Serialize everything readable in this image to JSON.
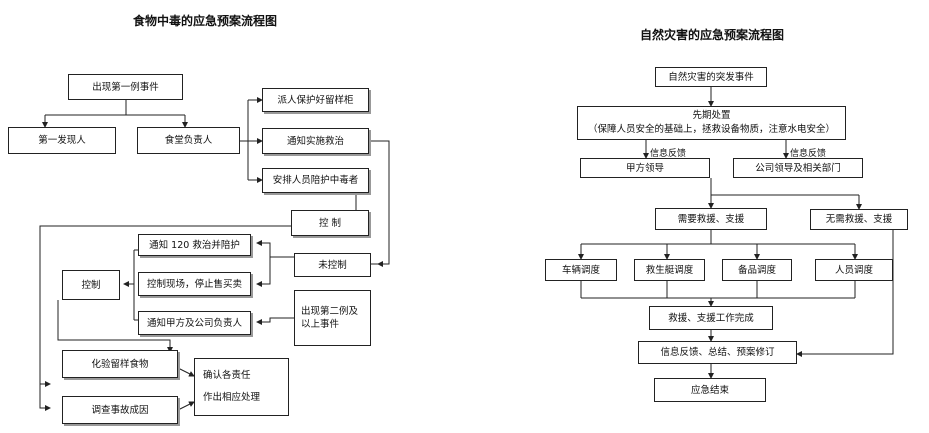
{
  "left": {
    "title": "食物中毒的应急预案流程图",
    "nodes": {
      "first_case": "出现第一例事件",
      "first_finder": "第一发现人",
      "canteen_head": "食堂负责人",
      "protect_sample": "派人保护好留样柜",
      "notify_rescue": "通知实施救治",
      "arrange_escort": "安排人员陪护中毒者",
      "control_top": "控 制",
      "call_120": "通知 120 救治并陪护",
      "control_scene": "控制现场，停止售买卖",
      "notify_party": "通知甲方及公司负责人",
      "control_left": "控制",
      "uncontrolled": "未控制",
      "second_case": "出现第二例及\n以上事件",
      "test_food": "化验留样食物",
      "investigate": "调查事故成因",
      "confirm_resp": "确认各责任\n作出相应处理"
    }
  },
  "right": {
    "title": "自然灾害的应急预案流程图",
    "nodes": {
      "sudden_event": "自然灾害的突发事件",
      "first_aid": "先期处置\n（保障人员安全的基础上，拯救设备物质，注意水电安全）",
      "party_a": "甲方领导",
      "company": "公司领导及相关部门",
      "need_rescue": "需要救援、支援",
      "no_rescue": "无需救援、支援",
      "vehicle": "车辆调度",
      "lifeboat": "救生艇调度",
      "supplies": "备品调度",
      "personnel": "人员调度",
      "rescue_done": "救援、支援工作完成",
      "feedback_summary": "信息反馈、总结、预案修订",
      "end": "应急结束"
    },
    "edge_labels": {
      "feedback_1": "信息反馈",
      "feedback_2": "信息反馈"
    }
  }
}
